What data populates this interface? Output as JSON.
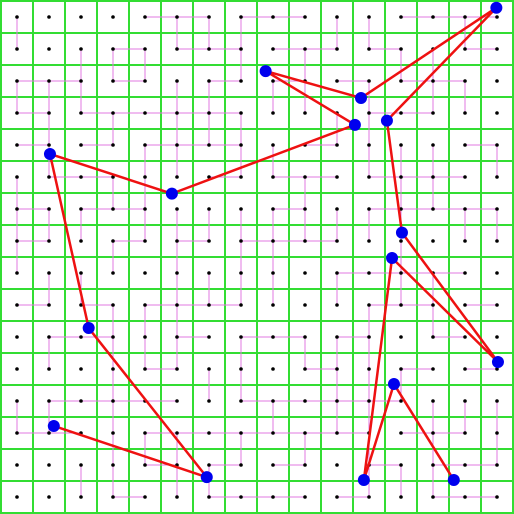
{
  "board": {
    "grid_cells": 16,
    "maze_dots_per_axis": 16,
    "colors": {
      "background": "#ffffff",
      "grid": "#33dd33",
      "maze": "#e07ae0",
      "dot": "#000000",
      "path": "#ee1111",
      "node": "#0000ee"
    }
  },
  "nodes": [
    {
      "id": "n1",
      "col": 15.48,
      "row": 0.21
    },
    {
      "id": "n2",
      "col": 8.27,
      "row": 2.19
    },
    {
      "id": "n3",
      "col": 11.25,
      "row": 3.03
    },
    {
      "id": "n4",
      "col": 11.06,
      "row": 3.87
    },
    {
      "id": "n5",
      "col": 12.06,
      "row": 3.74
    },
    {
      "id": "n6",
      "col": 1.53,
      "row": 4.78
    },
    {
      "id": "n7",
      "col": 5.34,
      "row": 6.02
    },
    {
      "id": "n8",
      "col": 12.53,
      "row": 7.24
    },
    {
      "id": "n9",
      "col": 12.22,
      "row": 8.03
    },
    {
      "id": "n10",
      "col": 2.74,
      "row": 10.22
    },
    {
      "id": "n11",
      "col": 15.53,
      "row": 11.28
    },
    {
      "id": "n12",
      "col": 12.28,
      "row": 11.97
    },
    {
      "id": "n13",
      "col": 1.65,
      "row": 13.28
    },
    {
      "id": "n14",
      "col": 6.43,
      "row": 14.88
    },
    {
      "id": "n15",
      "col": 11.34,
      "row": 14.97
    },
    {
      "id": "n16",
      "col": 14.15,
      "row": 14.97
    }
  ],
  "edges": [
    [
      "n1",
      "n3"
    ],
    [
      "n1",
      "n5"
    ],
    [
      "n2",
      "n3"
    ],
    [
      "n2",
      "n4"
    ],
    [
      "n4",
      "n7"
    ],
    [
      "n6",
      "n7"
    ],
    [
      "n5",
      "n8"
    ],
    [
      "n8",
      "n11"
    ],
    [
      "n9",
      "n11"
    ],
    [
      "n9",
      "n15"
    ],
    [
      "n6",
      "n10"
    ],
    [
      "n10",
      "n14"
    ],
    [
      "n13",
      "n14"
    ],
    [
      "n12",
      "n15"
    ],
    [
      "n12",
      "n16"
    ]
  ],
  "maze_seed": 7
}
